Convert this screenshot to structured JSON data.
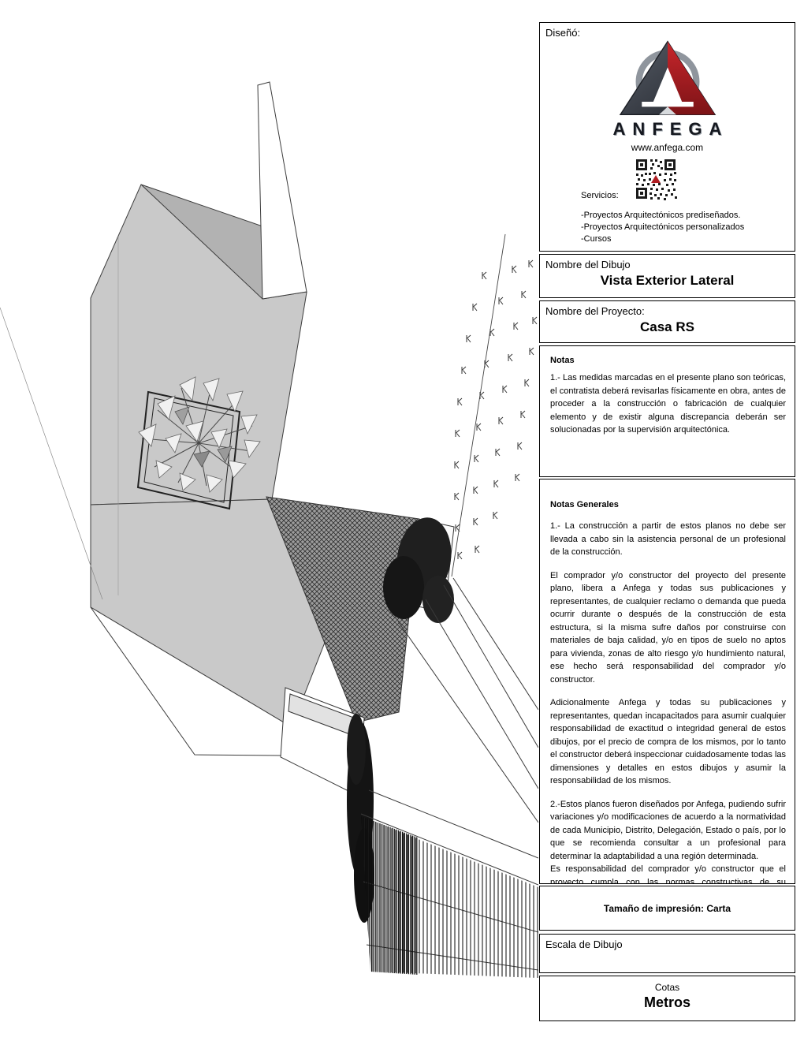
{
  "panel": {
    "disenio_label": "Diseñó:",
    "logo_text": "ANFEGA",
    "website": "www.anfega.com",
    "servicios_label": "Servicios:",
    "servicios_items": [
      "-Proyectos Arquitectónicos prediseñados.",
      "-Proyectos Arquitectónicos personalizados",
      "-Cursos"
    ],
    "nombre_dibujo_label": "Nombre del Dibujo",
    "nombre_dibujo_value": "Vista Exterior Lateral",
    "nombre_proyecto_label": "Nombre del Proyecto:",
    "nombre_proyecto_value": "Casa RS",
    "notas_label": "Notas",
    "notas_text": "1.- Las medidas marcadas en el presente plano son teóricas, el contratista deberá revisarlas físicamente en obra, antes de proceder a la construcción o fabricación de cualquier elemento y de existir alguna discrepancia deberán ser solucionadas por la supervisión arquitectónica.",
    "notas_generales_label": "Notas Generales",
    "notas_generales_paragraphs": [
      "1.- La construcción a partir de estos planos no debe ser llevada a cabo sin la asistencia personal de un profesional de la construcción.",
      "El comprador y/o constructor del proyecto del presente plano, libera a Anfega y todas sus publicaciones y representantes, de cualquier reclamo o demanda que pueda ocurrir durante o después de la construcción de esta estructura, si la misma sufre daños por construirse con materiales de baja calidad,  y/o en tipos de suelo no aptos para vivienda, zonas de alto riesgo y/o hundimiento natural, ese hecho será responsabilidad del comprador y/o constructor.",
      "Adicionalmente Anfega y todas su publicaciones y representantes, quedan incapacitados para asumir cualquier responsabilidad de exactitud o integridad general de estos dibujos, por el precio de compra de los mismos, por lo tanto el constructor deberá inspeccionar cuidadosamente todas las dimensiones y detalles en estos dibujos y asumir la responsabilidad de los mismos.",
      "2.-Estos planos fueron diseñados por Anfega, pudiendo sufrir variaciones y/o modificaciones de acuerdo a la normatividad de cada Municipio, Distrito, Delegación, Estado o país, por lo que se recomienda consultar a un profesional para determinar la adaptabilidad a una región determinada.",
      "Es responsabilidad del comprador y/o constructor que el proyecto cumpla con las normas constructivas de su localidad."
    ],
    "tamano_impresion": "Tamaño de impresión: Carta",
    "escala_label": "Escala de Dibujo",
    "cotas_label": "Cotas",
    "cotas_value": "Metros"
  },
  "colors": {
    "accent_red": "#b01e23",
    "line": "#3c3c3c",
    "fill_gray": "#c9c9c9"
  }
}
